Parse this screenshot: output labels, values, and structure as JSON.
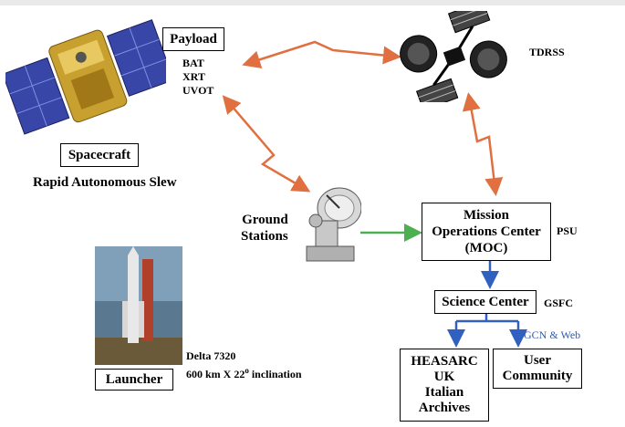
{
  "payload": {
    "title": "Payload",
    "instruments": [
      "BAT",
      "XRT",
      "UVOT"
    ]
  },
  "tdrss": "TDRSS",
  "spacecraft": {
    "title": "Spacecraft",
    "caption": "Rapid Autonomous Slew"
  },
  "ground": {
    "line1": "Ground",
    "line2": "Stations"
  },
  "moc": {
    "line1": "Mission",
    "line2": "Operations Center",
    "line3": "(MOC)",
    "org": "PSU"
  },
  "science": {
    "title": "Science Center",
    "org": "GSFC"
  },
  "gcn": "GCN  & Web",
  "heasarc": [
    "HEASARC",
    "UK",
    "Italian",
    "Archives"
  ],
  "user": [
    "User",
    "Community"
  ],
  "launcher": {
    "title": "Launcher",
    "vehicle": "Delta 7320",
    "orbit_pre": "600 km X 22",
    "orbit_sup": "o",
    "orbit_post": " inclination"
  },
  "colors": {
    "uplink": "#e07040",
    "groundlink": "#4caf50",
    "dataflow": "#3060c0"
  }
}
